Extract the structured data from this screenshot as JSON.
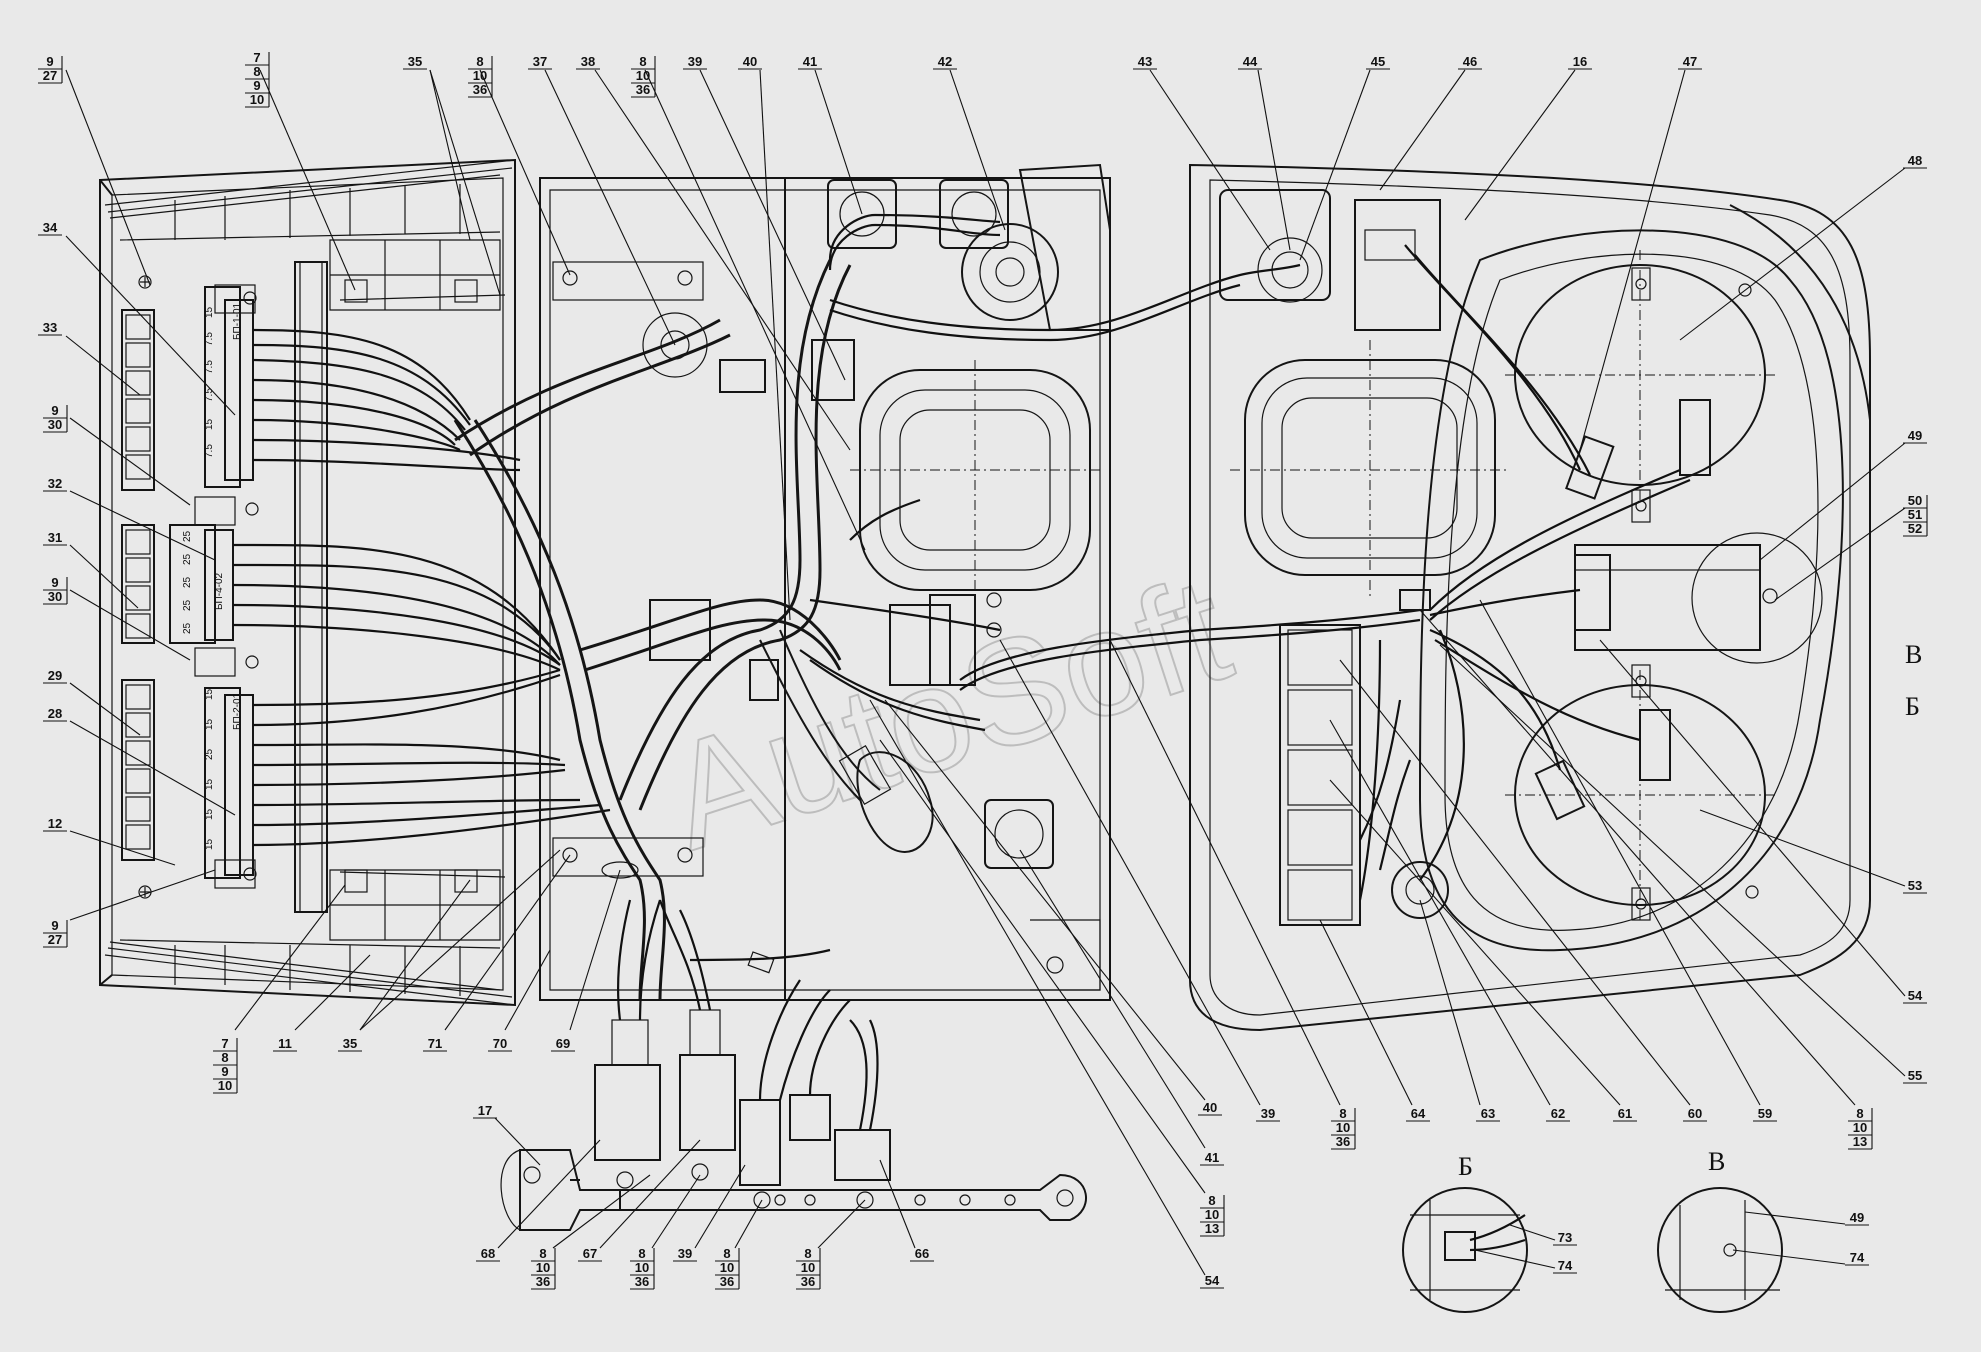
{
  "diagram": {
    "watermark": "AutoSoft",
    "view_letters": {
      "b": "Б",
      "v": "В"
    },
    "fuse_blocks": {
      "block1": {
        "label": "БП-1-01",
        "ratings": [
          "15",
          "7.5",
          "7.5",
          "7.5",
          "15",
          "7.5"
        ]
      },
      "block2": {
        "label": "БП-4-02",
        "ratings": [
          "25",
          "25",
          "25",
          "25",
          "25"
        ]
      },
      "block3": {
        "label": "БП-2-01",
        "ratings": [
          "15",
          "15",
          "25",
          "15",
          "15",
          "15"
        ]
      }
    },
    "callouts": [
      {
        "id": "c9a",
        "lines": [
          "9",
          "27"
        ]
      },
      {
        "id": "c7a",
        "lines": [
          "7",
          "8",
          "9",
          "10"
        ]
      },
      {
        "id": "c35a",
        "lines": [
          "35"
        ]
      },
      {
        "id": "c8a",
        "lines": [
          "8",
          "10",
          "36"
        ]
      },
      {
        "id": "c37",
        "lines": [
          "37"
        ]
      },
      {
        "id": "c38",
        "lines": [
          "38"
        ]
      },
      {
        "id": "c8b",
        "lines": [
          "8",
          "10",
          "36"
        ]
      },
      {
        "id": "c39a",
        "lines": [
          "39"
        ]
      },
      {
        "id": "c40a",
        "lines": [
          "40"
        ]
      },
      {
        "id": "c41a",
        "lines": [
          "41"
        ]
      },
      {
        "id": "c42",
        "lines": [
          "42"
        ]
      },
      {
        "id": "c43",
        "lines": [
          "43"
        ]
      },
      {
        "id": "c44",
        "lines": [
          "44"
        ]
      },
      {
        "id": "c45",
        "lines": [
          "45"
        ]
      },
      {
        "id": "c46",
        "lines": [
          "46"
        ]
      },
      {
        "id": "c16",
        "lines": [
          "16"
        ]
      },
      {
        "id": "c47",
        "lines": [
          "47"
        ]
      },
      {
        "id": "c48",
        "lines": [
          "48"
        ]
      },
      {
        "id": "c34",
        "lines": [
          "34"
        ]
      },
      {
        "id": "c33",
        "lines": [
          "33"
        ]
      },
      {
        "id": "c9b",
        "lines": [
          "9",
          "30"
        ]
      },
      {
        "id": "c32",
        "lines": [
          "32"
        ]
      },
      {
        "id": "c31",
        "lines": [
          "31"
        ]
      },
      {
        "id": "c9c",
        "lines": [
          "9",
          "30"
        ]
      },
      {
        "id": "c29",
        "lines": [
          "29"
        ]
      },
      {
        "id": "c28",
        "lines": [
          "28"
        ]
      },
      {
        "id": "c12",
        "lines": [
          "12"
        ]
      },
      {
        "id": "c9d",
        "lines": [
          "9",
          "27"
        ]
      },
      {
        "id": "c49a",
        "lines": [
          "49"
        ]
      },
      {
        "id": "c50",
        "lines": [
          "50",
          "51",
          "52"
        ]
      },
      {
        "id": "c53",
        "lines": [
          "53"
        ]
      },
      {
        "id": "c54a",
        "lines": [
          "54"
        ]
      },
      {
        "id": "c55",
        "lines": [
          "55"
        ]
      },
      {
        "id": "c7b",
        "lines": [
          "7",
          "8",
          "9",
          "10"
        ]
      },
      {
        "id": "c11",
        "lines": [
          "11"
        ]
      },
      {
        "id": "c35b",
        "lines": [
          "35"
        ]
      },
      {
        "id": "c71",
        "lines": [
          "71"
        ]
      },
      {
        "id": "c70",
        "lines": [
          "70"
        ]
      },
      {
        "id": "c69",
        "lines": [
          "69"
        ]
      },
      {
        "id": "c40b",
        "lines": [
          "40"
        ]
      },
      {
        "id": "c39b",
        "lines": [
          "39"
        ]
      },
      {
        "id": "c8c",
        "lines": [
          "8",
          "10",
          "36"
        ]
      },
      {
        "id": "c64",
        "lines": [
          "64"
        ]
      },
      {
        "id": "c63",
        "lines": [
          "63"
        ]
      },
      {
        "id": "c62",
        "lines": [
          "62"
        ]
      },
      {
        "id": "c61",
        "lines": [
          "61"
        ]
      },
      {
        "id": "c60",
        "lines": [
          "60"
        ]
      },
      {
        "id": "c59",
        "lines": [
          "59"
        ]
      },
      {
        "id": "c8d",
        "lines": [
          "8",
          "10",
          "13"
        ]
      },
      {
        "id": "c41b",
        "lines": [
          "41"
        ]
      },
      {
        "id": "c8e",
        "lines": [
          "8",
          "10",
          "13"
        ]
      },
      {
        "id": "c54b",
        "lines": [
          "54"
        ]
      },
      {
        "id": "c17",
        "lines": [
          "17"
        ]
      },
      {
        "id": "c68",
        "lines": [
          "68"
        ]
      },
      {
        "id": "c8f",
        "lines": [
          "8",
          "10",
          "36"
        ]
      },
      {
        "id": "c67",
        "lines": [
          "67"
        ]
      },
      {
        "id": "c8g",
        "lines": [
          "8",
          "10",
          "36"
        ]
      },
      {
        "id": "c39c",
        "lines": [
          "39"
        ]
      },
      {
        "id": "c8h",
        "lines": [
          "8",
          "10",
          "36"
        ]
      },
      {
        "id": "c8i",
        "lines": [
          "8",
          "10",
          "36"
        ]
      },
      {
        "id": "c66",
        "lines": [
          "66"
        ]
      },
      {
        "id": "c73",
        "lines": [
          "73"
        ]
      },
      {
        "id": "c74a",
        "lines": [
          "74"
        ]
      },
      {
        "id": "c49b",
        "lines": [
          "49"
        ]
      },
      {
        "id": "c74b",
        "lines": [
          "74"
        ]
      }
    ]
  }
}
